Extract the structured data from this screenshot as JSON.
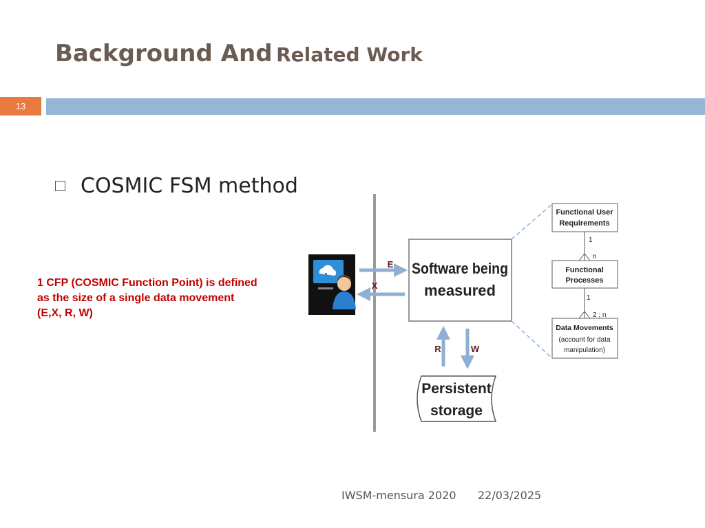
{
  "title": {
    "part1": "Background And",
    "part2": "Related Work"
  },
  "slide_number": "13",
  "bullet": {
    "text": "COSMIC  FSM method"
  },
  "note": "1 CFP (COSMIC Function Point) is defined as the size of a single data movement (E,X, R, W)",
  "diagram": {
    "user_icon": "user-at-computer-icon",
    "software_box": [
      "Software being",
      "measured"
    ],
    "storage": [
      "Persistent",
      "storage"
    ],
    "arrows": {
      "entry": "E",
      "exit": "X",
      "read": "R",
      "write": "W"
    },
    "model": {
      "fur": [
        "Functional User",
        "Requirements"
      ],
      "fp": [
        "Functional",
        "Processes"
      ],
      "dm": [
        "Data Movements",
        "(account for data",
        "manipulation)"
      ],
      "m1_top": "1",
      "m1_bottom": "n",
      "m2_top": "1",
      "m2_bottom": "2 ; n"
    }
  },
  "footer": {
    "event": "IWSM-mensura 2020",
    "date": "22/03/2025"
  },
  "colors": {
    "title": "#6b5c53",
    "accent": "#e97a3d",
    "bar": "#96b6d6",
    "arrow": "#8fb0d3",
    "note": "#c00000"
  }
}
